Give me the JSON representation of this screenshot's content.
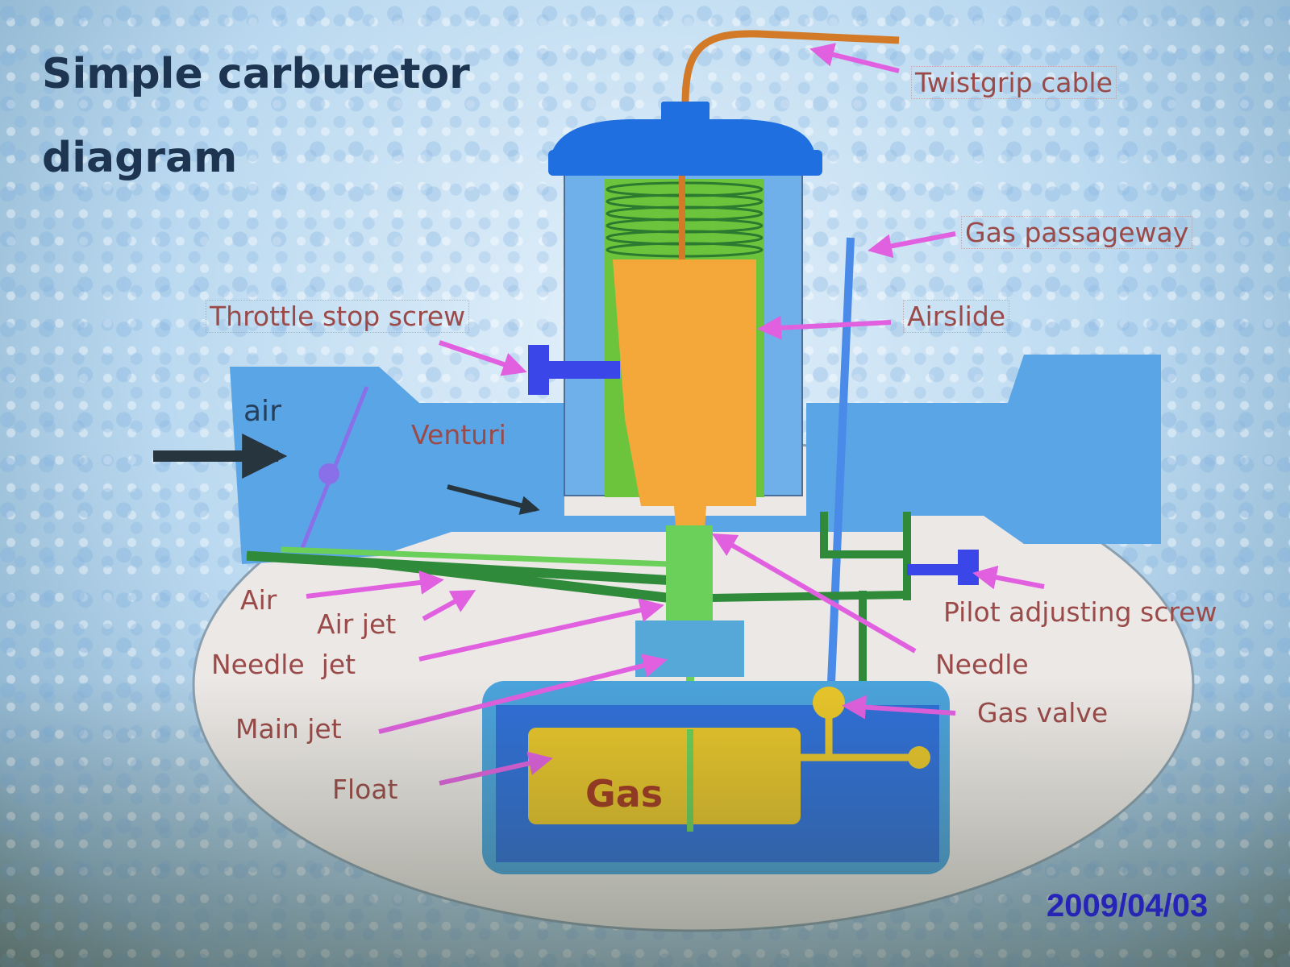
{
  "title": {
    "line1": "Simple carburetor",
    "line2": "diagram"
  },
  "labels": {
    "twistgrip_cable": "Twistgrip cable",
    "gas_passageway": "Gas passageway",
    "airslide": "Airslide",
    "throttle_stop_screw": "Throttle stop screw",
    "air_inlet": "air",
    "venturi": "Venturi",
    "air": "Air",
    "air_jet": "Air jet",
    "needle_jet": "Needle  jet",
    "main_jet": "Main jet",
    "float": "Float",
    "gas": "Gas",
    "pilot_adjusting_screw": "Pilot adjusting screw",
    "needle": "Needle",
    "gas_valve": "Gas valve"
  },
  "datestamp": "2009/04/03",
  "colors": {
    "title": "#1d3550",
    "label": "#9a4a48",
    "pointer_arrow": "#e060e0",
    "cap": "#1f6fe0",
    "body": "#5aa5e6",
    "airslide": "#f5a83a",
    "spring": "#5ac03a",
    "passage": "#2f8a3a",
    "float": "#e8c52a",
    "bowl": "#3590d8",
    "date": "#1a12ff"
  }
}
